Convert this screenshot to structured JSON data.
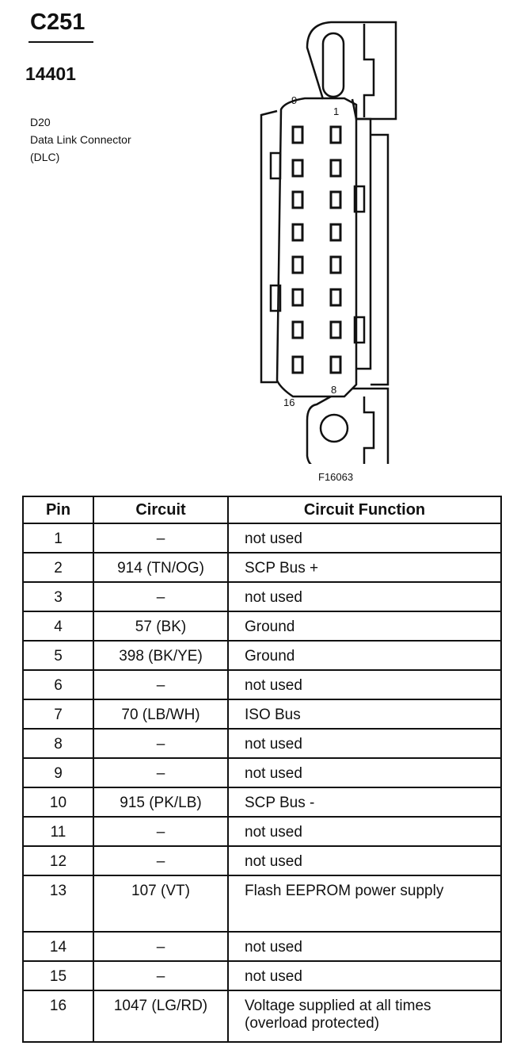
{
  "connector": {
    "id": "C251",
    "part_number": "14401",
    "description": [
      "D20",
      "Data Link Connector",
      "(DLC)"
    ],
    "figure_id": "F16063",
    "pin_labels": {
      "top_left": "9",
      "top_right": "1",
      "bottom_left": "16",
      "bottom_right": "8"
    }
  },
  "table": {
    "headers": [
      "Pin",
      "Circuit",
      "Circuit Function"
    ],
    "rows": [
      {
        "pin": "1",
        "circuit": "–",
        "function": [
          "not used"
        ]
      },
      {
        "pin": "2",
        "circuit": "914 (TN/OG)",
        "function": [
          "SCP Bus +"
        ]
      },
      {
        "pin": "3",
        "circuit": "–",
        "function": [
          "not used"
        ]
      },
      {
        "pin": "4",
        "circuit": "57 (BK)",
        "function": [
          "Ground"
        ]
      },
      {
        "pin": "5",
        "circuit": "398 (BK/YE)",
        "function": [
          "Ground"
        ]
      },
      {
        "pin": "6",
        "circuit": "–",
        "function": [
          "not used"
        ]
      },
      {
        "pin": "7",
        "circuit": "70 (LB/WH)",
        "function": [
          "ISO Bus"
        ]
      },
      {
        "pin": "8",
        "circuit": "–",
        "function": [
          "not used"
        ]
      },
      {
        "pin": "9",
        "circuit": "–",
        "function": [
          "not used"
        ]
      },
      {
        "pin": "10",
        "circuit": "915 (PK/LB)",
        "function": [
          "SCP Bus -"
        ]
      },
      {
        "pin": "11",
        "circuit": "–",
        "function": [
          "not used"
        ]
      },
      {
        "pin": "12",
        "circuit": "–",
        "function": [
          "not used"
        ]
      },
      {
        "pin": "13",
        "circuit": "107 (VT)",
        "function": [
          "Flash EEPROM power supply"
        ]
      },
      {
        "pin": "14",
        "circuit": "–",
        "function": [
          "not used"
        ]
      },
      {
        "pin": "15",
        "circuit": "–",
        "function": [
          "not used"
        ]
      },
      {
        "pin": "16",
        "circuit": "1047 (LG/RD)",
        "function": [
          "Voltage supplied at all times",
          "(overload protected)"
        ]
      }
    ]
  }
}
